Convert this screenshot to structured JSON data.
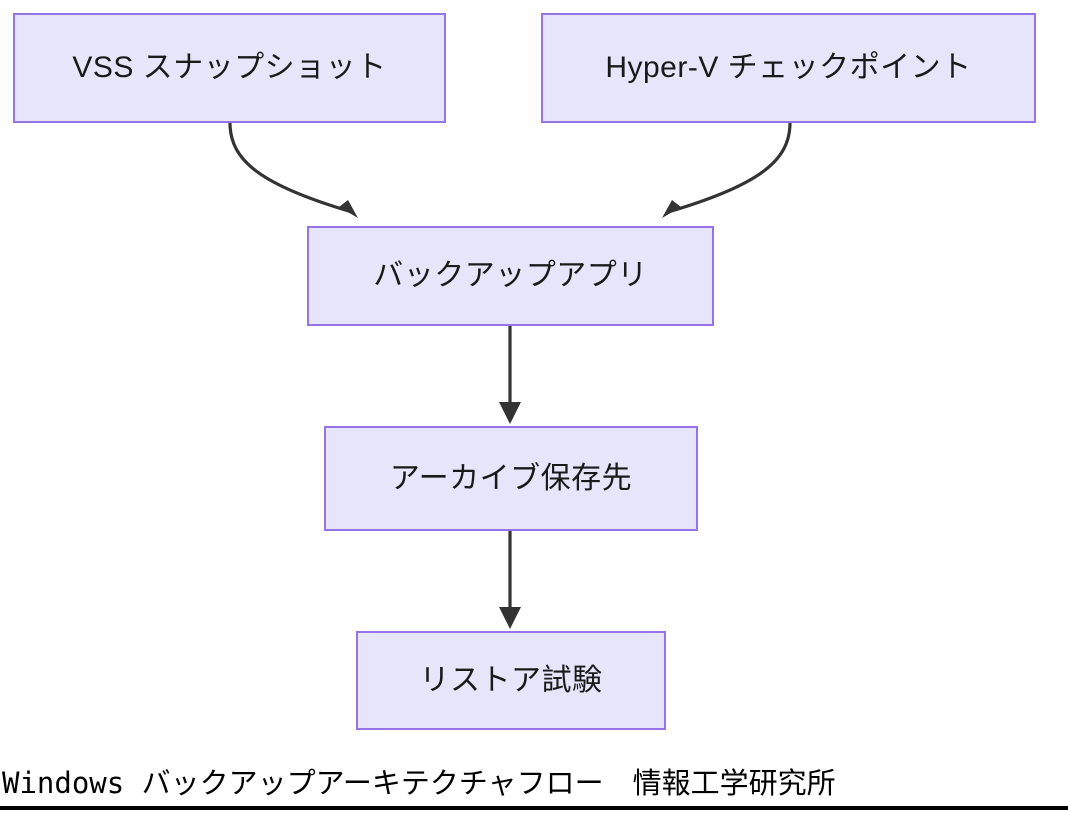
{
  "diagram": {
    "title_caption": "Windows バックアップアーキテクチャフロー　情報工学研究所",
    "colors": {
      "node_fill": "#e7e5fa",
      "node_border": "#9673e6",
      "edge_stroke": "#333333",
      "caption_text": "#000000",
      "canvas": "#ffffff"
    },
    "nodes": [
      {
        "id": "vss",
        "label": "VSS スナップショット"
      },
      {
        "id": "hyperv",
        "label": "Hyper-V チェックポイント"
      },
      {
        "id": "backup",
        "label": "バックアップアプリ"
      },
      {
        "id": "archive",
        "label": "アーカイブ保存先"
      },
      {
        "id": "restore",
        "label": "リストア試験"
      }
    ],
    "edges": [
      {
        "id": "vss-to-backup",
        "from": "vss",
        "to": "backup",
        "style": "curved",
        "arrow": "triangle"
      },
      {
        "id": "hyperv-to-backup",
        "from": "hyperv",
        "to": "backup",
        "style": "curved",
        "arrow": "triangle"
      },
      {
        "id": "backup-to-archive",
        "from": "backup",
        "to": "archive",
        "style": "straight",
        "arrow": "triangle"
      },
      {
        "id": "archive-to-restore",
        "from": "archive",
        "to": "restore",
        "style": "straight",
        "arrow": "triangle"
      }
    ]
  }
}
